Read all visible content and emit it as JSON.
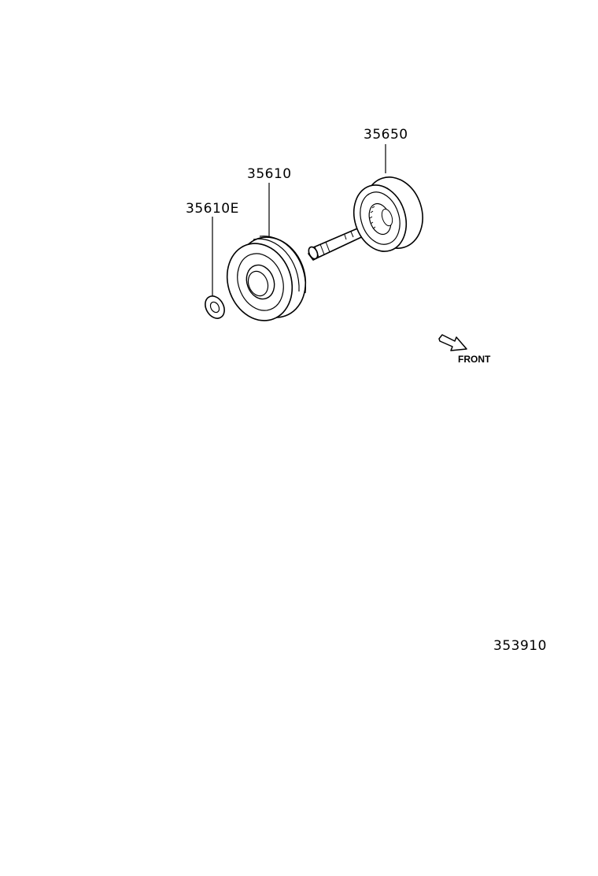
{
  "parts": [
    {
      "number": "35650",
      "icon": "clutch-drum-with-shaft"
    },
    {
      "number": "35610",
      "icon": "piston-ring-gear"
    },
    {
      "number": "35610E",
      "icon": "washer"
    }
  ],
  "front_indicator": {
    "label": "FRONT",
    "icon": "direction-arrow"
  },
  "diagram_id": "353910",
  "colors": {
    "line": "#000000",
    "background": "#ffffff"
  }
}
